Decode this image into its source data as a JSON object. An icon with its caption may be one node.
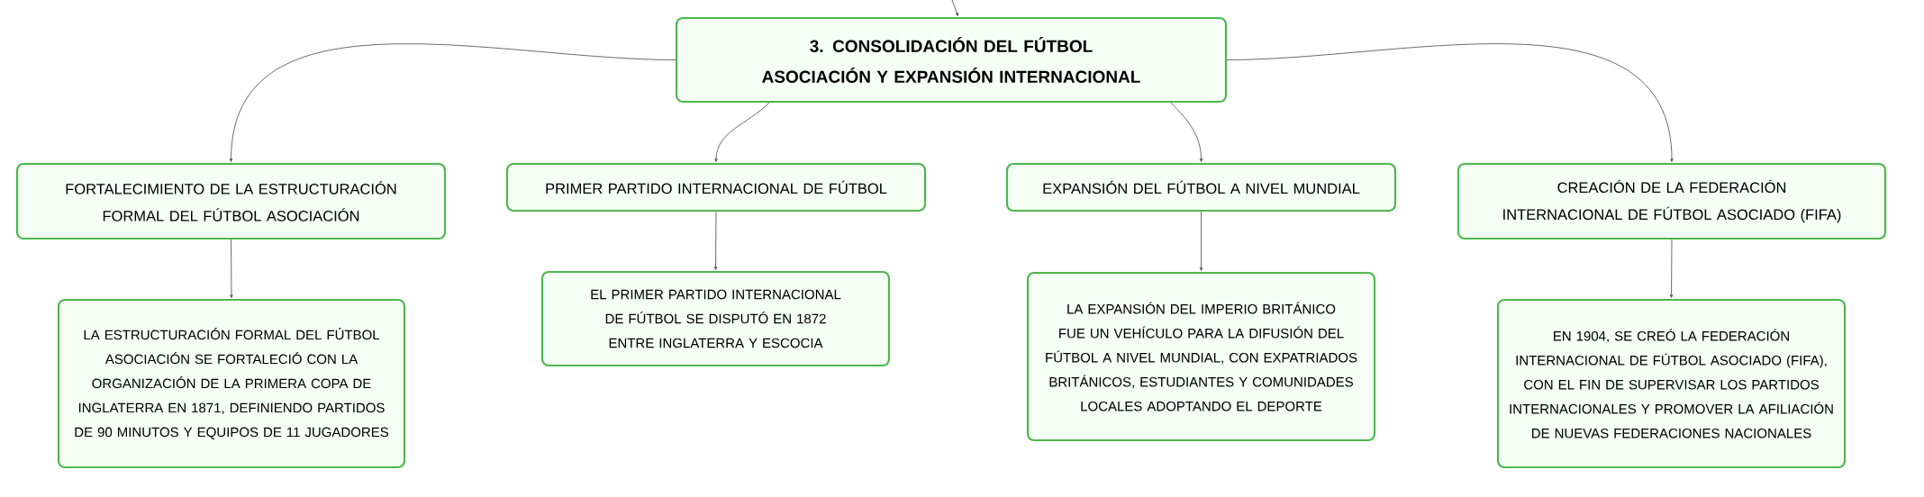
{
  "diagram": {
    "nodes": [
      {
        "text": [
          "3. CONSOLIDACIÓN DEL FÚTBOL ASOCIACIÓN Y EXPANSIÓN INTERNACIONAL"
        ]
      },
      {
        "text": [
          "FORTALECIMIENTO DE LA ESTRUCTURACIÓN FORMAL DEL FÚTBOL ASOCIACIÓN"
        ]
      },
      {
        "text": [
          "PRIMER PARTIDO INTERNACIONAL DE FÚTBOL"
        ]
      },
      {
        "text": [
          "EXPANSIÓN DEL FÚTBOL A NIVEL MUNDIAL"
        ]
      },
      {
        "text": [
          "CREACIÓN DE LA FEDERACIÓN INTERNACIONAL DE FÚTBOL ASOCIADO (FIFA)"
        ]
      },
      {
        "text": [
          "LA ESTRUCTURACIÓN FORMAL DEL FÚTBOL ASOCIACIÓN SE FORTALECIÓ CON LA ORGANIZACIÓN DE LA PRIMERA COPA DE INGLATERRA EN 1871, DEFINIENDO PARTIDOS DE 90 MINUTOS Y EQUIPOS DE 11 JUGADORES"
        ]
      },
      {
        "text": [
          "EL PRIMER PARTIDO INTERNACIONAL DE FÚTBOL SE DISPUTÓ EN 1872 ENTRE INGLATERRA Y ESCOCIA"
        ]
      },
      {
        "text": [
          "LA EXPANSIÓN DEL IMPERIO BRITÁNICO FUE UN VEHÍCULO PARA LA DIFUSIÓN DEL FÚTBOL A NIVEL MUNDIAL, CON EXPATRIADOS BRITÁNICOS, ESTUDIANTES Y COMUNIDADES LOCALES ADOPTANDO EL DEPORTE"
        ]
      },
      {
        "text": [
          "EN 1904, SE CREÓ LA FEDERACIÓN INTERNACIONAL DE FÚTBOL ASOCIADO (FIFA), CON EL FIN DE SUPERVISAR LOS PARTIDOS INTERNACIONALES Y PROMOVER LA AFILIACIÓN DE NUEVAS FEDERACIONES NACIONALES"
        ]
      }
    ],
    "edges": [
      {
        "from": null,
        "to": 0,
        "arrow": "to"
      },
      {
        "from": 0,
        "to": 1,
        "arrow": "to"
      },
      {
        "from": 0,
        "to": 2,
        "arrow": "to"
      },
      {
        "from": 0,
        "to": 3,
        "arrow": "to"
      },
      {
        "from": 0,
        "to": 4,
        "arrow": "to"
      },
      {
        "from": 1,
        "to": 5,
        "arrow": "to"
      },
      {
        "from": 2,
        "to": 6,
        "arrow": "to"
      },
      {
        "from": 3,
        "to": 7,
        "arrow": "to"
      },
      {
        "from": 4,
        "to": 8,
        "arrow": "to"
      }
    ]
  }
}
